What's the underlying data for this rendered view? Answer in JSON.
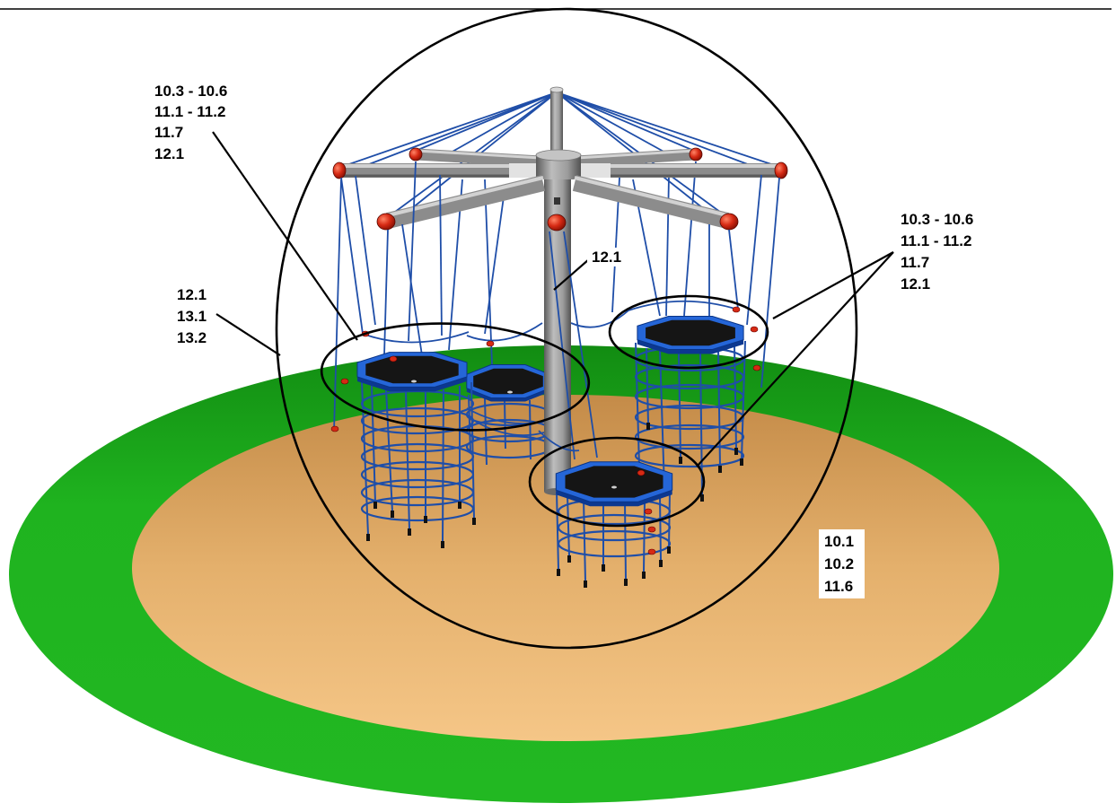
{
  "labels": {
    "top_left": [
      "10.3 - 10.6",
      "11.1 - 11.2",
      "11.7",
      "12.1"
    ],
    "left": [
      "12.1",
      "13.1",
      "13.2"
    ],
    "pole": "12.1",
    "right": [
      "10.3 - 10.6",
      "11.1 - 11.2",
      "11.7",
      "12.1"
    ],
    "ground": [
      "10.1",
      "10.2",
      "11.6"
    ]
  },
  "colors": {
    "grass": "#1fb31f",
    "sand": "#e4b06c",
    "rope": "#1f4ea8",
    "trampoline_rim": "#2566d8",
    "trampoline_mat": "#151515",
    "end_cap": "#d62a14",
    "outline": "#000000"
  }
}
